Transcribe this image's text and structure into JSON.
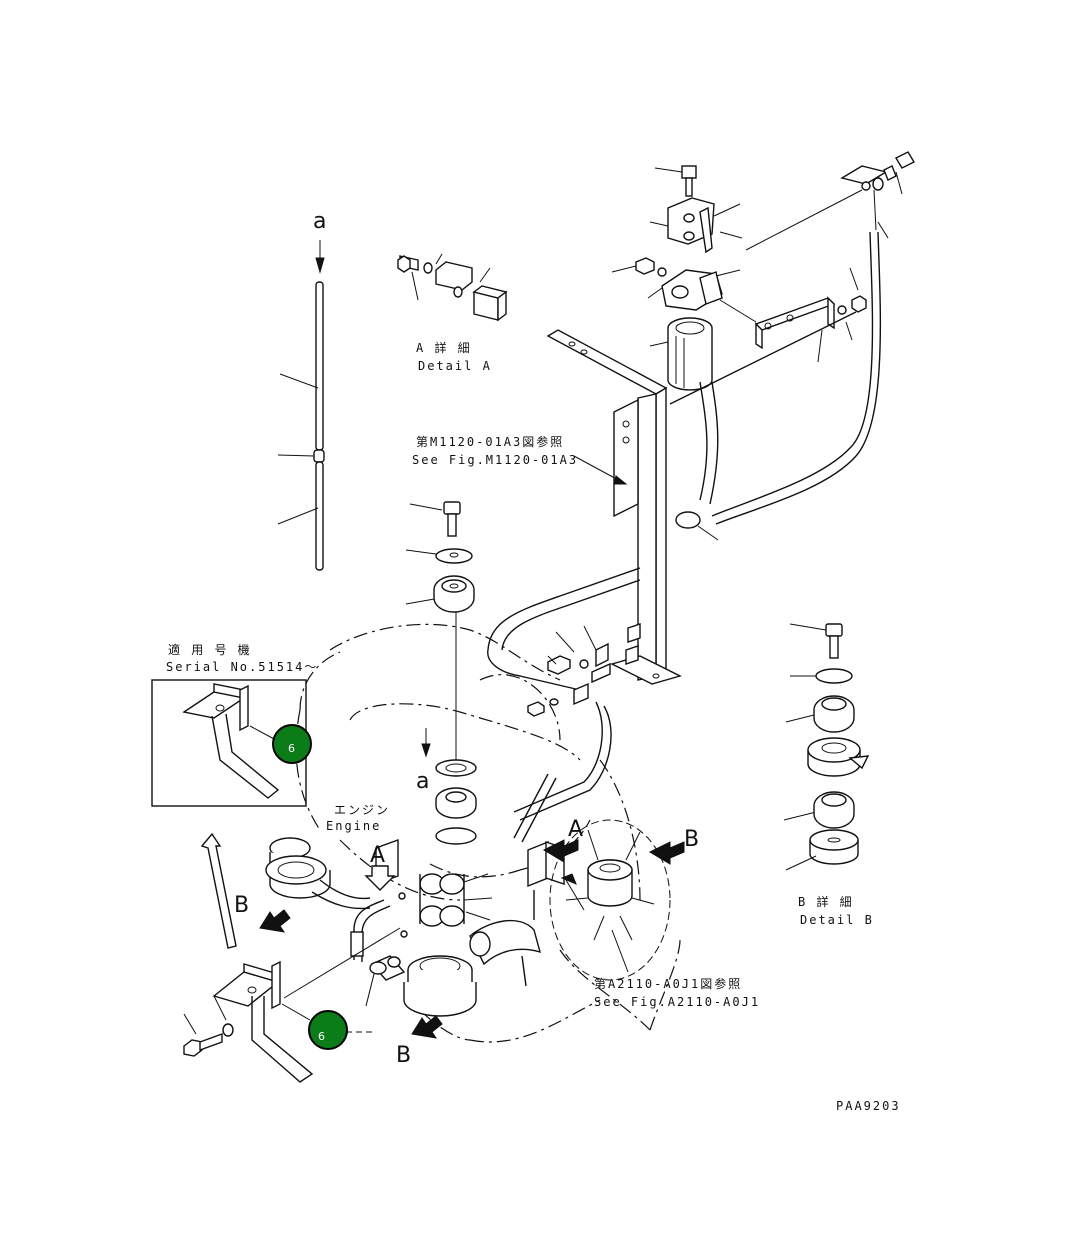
{
  "labels": {
    "a_top": "a",
    "a_mid": "a",
    "detail_a_jp": "A 詳 細",
    "detail_a_en": "Detail A",
    "detail_b_jp": "B 詳 細",
    "detail_b_en": "Detail B",
    "fig_ref_1_jp": "第M1120-01A3図参照",
    "fig_ref_1_en": "See Fig.M1120-01A3",
    "fig_ref_2_jp": "第A2110-A0J1図参照",
    "fig_ref_2_en": "See Fig.A2110-A0J1",
    "serial_jp": "適 用 号 機",
    "serial_en": "Serial No.51514～",
    "engine_jp": "エンジン",
    "engine_en": "Engine",
    "view_a_1": "A",
    "view_a_2": "A",
    "view_b_1": "B",
    "view_b_2": "B",
    "view_b_3": "B",
    "drawing_code": "PAA9203"
  },
  "callouts": [
    {
      "number": "6",
      "color": "#0a7d19"
    },
    {
      "number": "6",
      "color": "#0a7d19"
    }
  ]
}
